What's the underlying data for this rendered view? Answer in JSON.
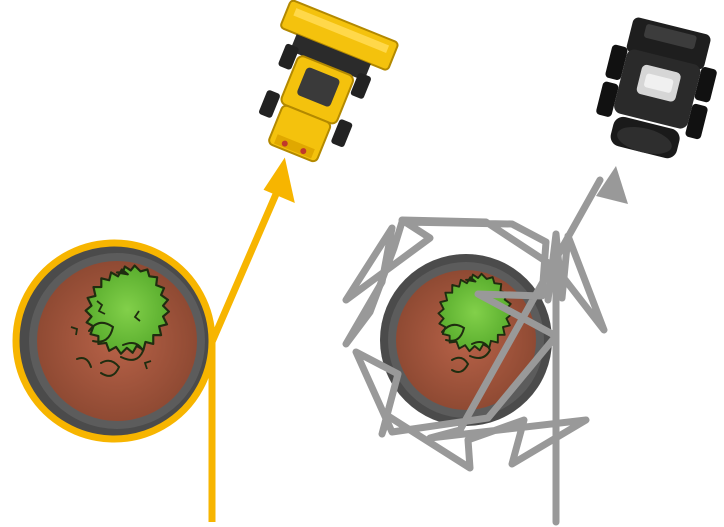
{
  "colors": {
    "accent_path": "#F7B500",
    "muted_path": "#999999",
    "background": "#FFFFFF",
    "pot_rim": "#4a4a4a",
    "pot_soil": "#a4553a",
    "plant_green": "#6bc43a",
    "plant_outline": "#1f2d10",
    "loader_yellow": "#F4C20D",
    "rover_black": "#1e1e1e",
    "rover_gray": "#c9c9c9"
  },
  "scenes": [
    {
      "id": "left",
      "path_style": "efficient-loop",
      "vehicle_icon": "yellow-wheel-loader-icon"
    },
    {
      "id": "right",
      "path_style": "chaotic-zigzag",
      "vehicle_icon": "black-robot-vehicle-icon"
    }
  ]
}
